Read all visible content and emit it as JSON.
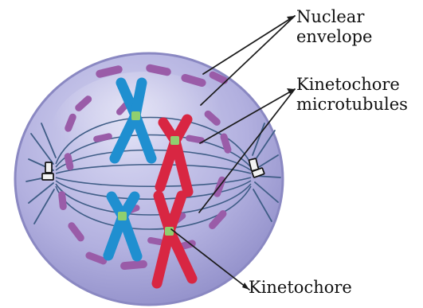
{
  "labels": {
    "nuclear_envelope": [
      "Nuclear",
      "envelope"
    ],
    "kinetochore_microtubules": [
      "Kinetochore",
      "microtubules"
    ],
    "kinetochore": "Kinetochore"
  },
  "colors": {
    "cell_fill": "#a8a6d6",
    "cell_edge": "#8a88c2",
    "spindle_line": "#3f5d86",
    "envelope_fragment": "#9a5ca8",
    "chromosome_blue": "#1f8fd0",
    "chromosome_red": "#d82642",
    "centromere": "#8fcf6f",
    "leader_line": "#1b1b1b"
  },
  "icons": {
    "left_centriole": "centriole-pair-icon",
    "right_centriole": "centriole-pair-icon"
  }
}
